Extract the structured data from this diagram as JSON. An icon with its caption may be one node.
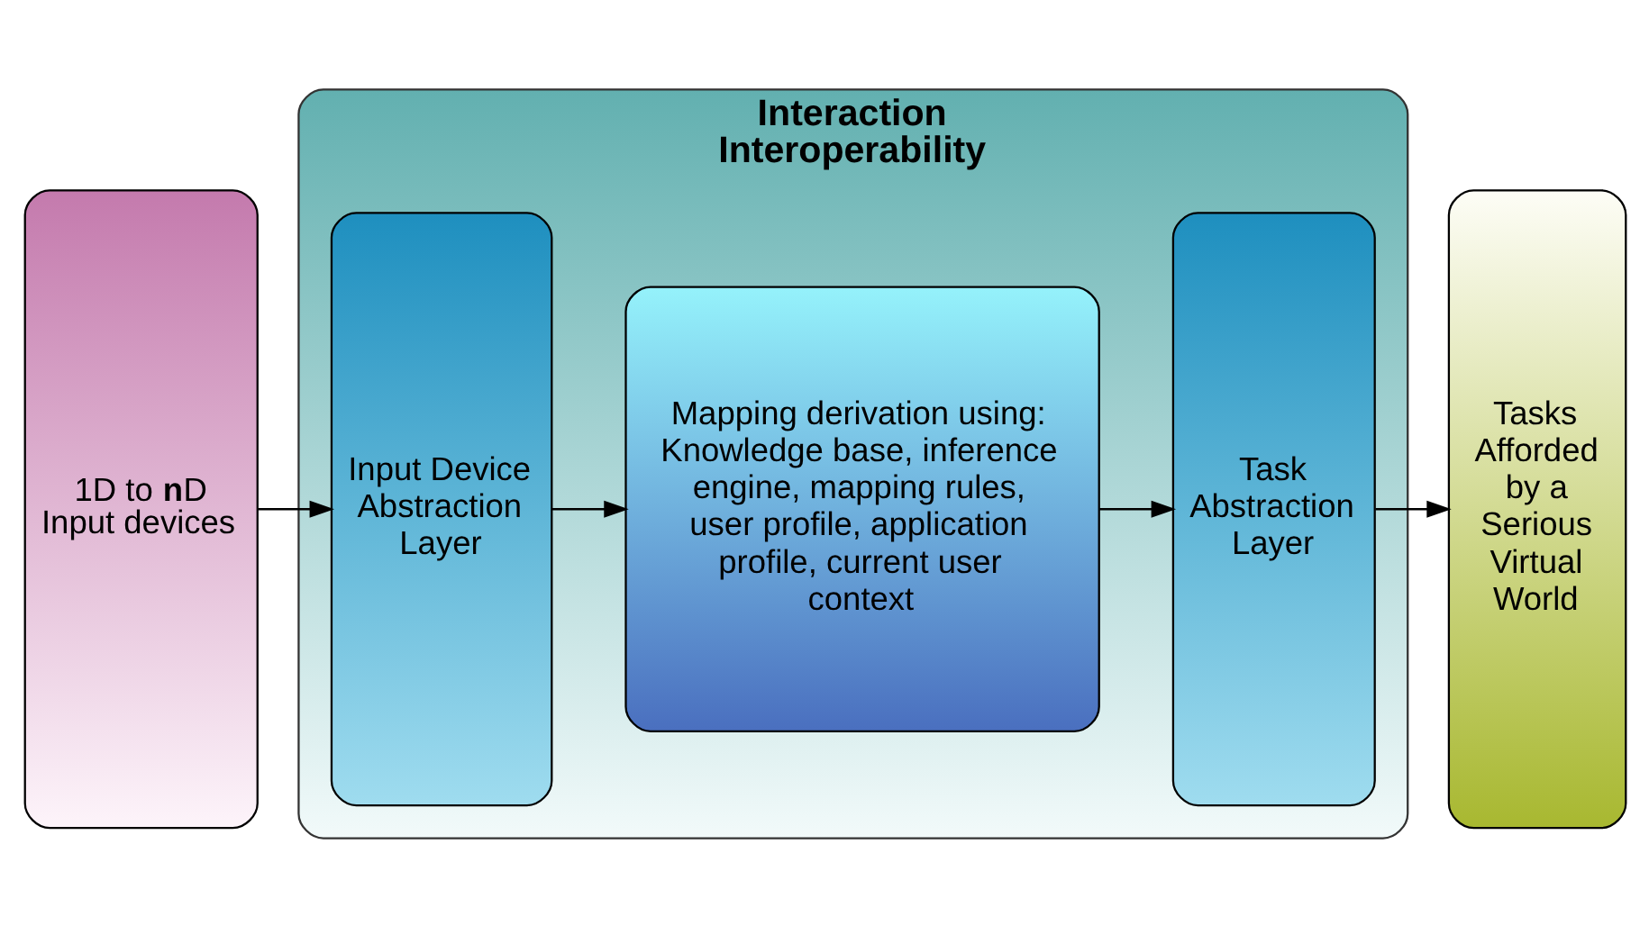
{
  "diagram": {
    "nodes": [
      {
        "text": [
          "1D to **n**D Input devices"
        ]
      },
      {
        "text": [
          "Interaction Interoperability"
        ]
      },
      {
        "text": [
          "Input Device Abstraction Layer"
        ],
        "in": 1
      },
      {
        "text": [
          "Mapping derivation using: Knowledge base, inference engine, mapping rules, user profile, application profile, current user context"
        ],
        "in": 1
      },
      {
        "text": [
          "Task Abstraction Layer"
        ],
        "in": 1
      },
      {
        "text": [
          "Tasks Afforded by a Serious Virtual World"
        ]
      }
    ],
    "edges": [
      {
        "from": 0,
        "to": 2,
        "arrow": "to"
      },
      {
        "from": 2,
        "to": 3,
        "arrow": "to"
      },
      {
        "from": 3,
        "to": 4,
        "arrow": "to"
      },
      {
        "from": 4,
        "to": 5,
        "arrow": "to"
      }
    ]
  }
}
